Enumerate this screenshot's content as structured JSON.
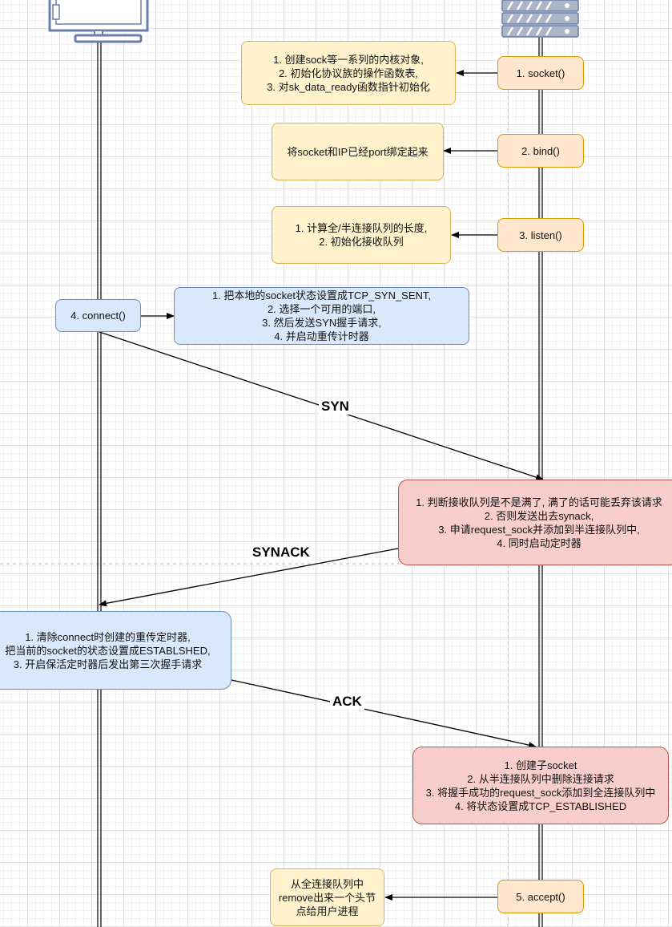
{
  "server_calls": {
    "socket": "1. socket()",
    "bind": "2. bind()",
    "listen": "3. listen()",
    "accept": "5. accept()"
  },
  "client_calls": {
    "connect": "4. connect()"
  },
  "notes": {
    "socket": [
      "1. 创建sock等一系列的内核对象,",
      "2. 初始化协议族的操作函数表,",
      "3. 对sk_data_ready函数指针初始化"
    ],
    "bind": [
      "将socket和IP已经port绑定起来"
    ],
    "listen": [
      "1. 计算全/半连接队列的长度,",
      "2. 初始化接收队列"
    ],
    "connect": [
      "1. 把本地的socket状态设置成TCP_SYN_SENT,",
      "2. 选择一个可用的端口,",
      "3. 然后发送SYN握手请求,",
      "4. 并启动重传计时器"
    ],
    "syn_received": [
      "1. 判断接收队列是不是满了, 满了的话可能丢弃该请求",
      "2. 否则发送出去synack,",
      "3. 申请request_sock并添加到半连接队列中,",
      "4.  同时启动定时器"
    ],
    "synack_received": [
      "1. 清除connect时创建的重传定时器,",
      "把当前的socket的状态设置成ESTABLSHED,",
      "3. 开启保活定时器后发出第三次握手请求"
    ],
    "ack_received": [
      "1. 创建子socket",
      "2. 从半连接队列中删除连接请求",
      "3. 将握手成功的request_sock添加到全连接队列中",
      "4. 将状态设置成TCP_ESTABLISHED"
    ],
    "accept": [
      "从全连接队列中",
      "remove出来一个头节",
      "点给用户进程"
    ]
  },
  "messages": {
    "syn": "SYN",
    "synack": "SYNACK",
    "ack": "ACK"
  },
  "colors": {
    "yellow_fill": "#fff2cc",
    "orange_fill": "#ffe6cc",
    "blue_fill": "#dae8fc",
    "red_fill": "#f8cecc"
  },
  "icons": {
    "client": "desktop-computer-icon",
    "server": "server-rack-icon"
  }
}
